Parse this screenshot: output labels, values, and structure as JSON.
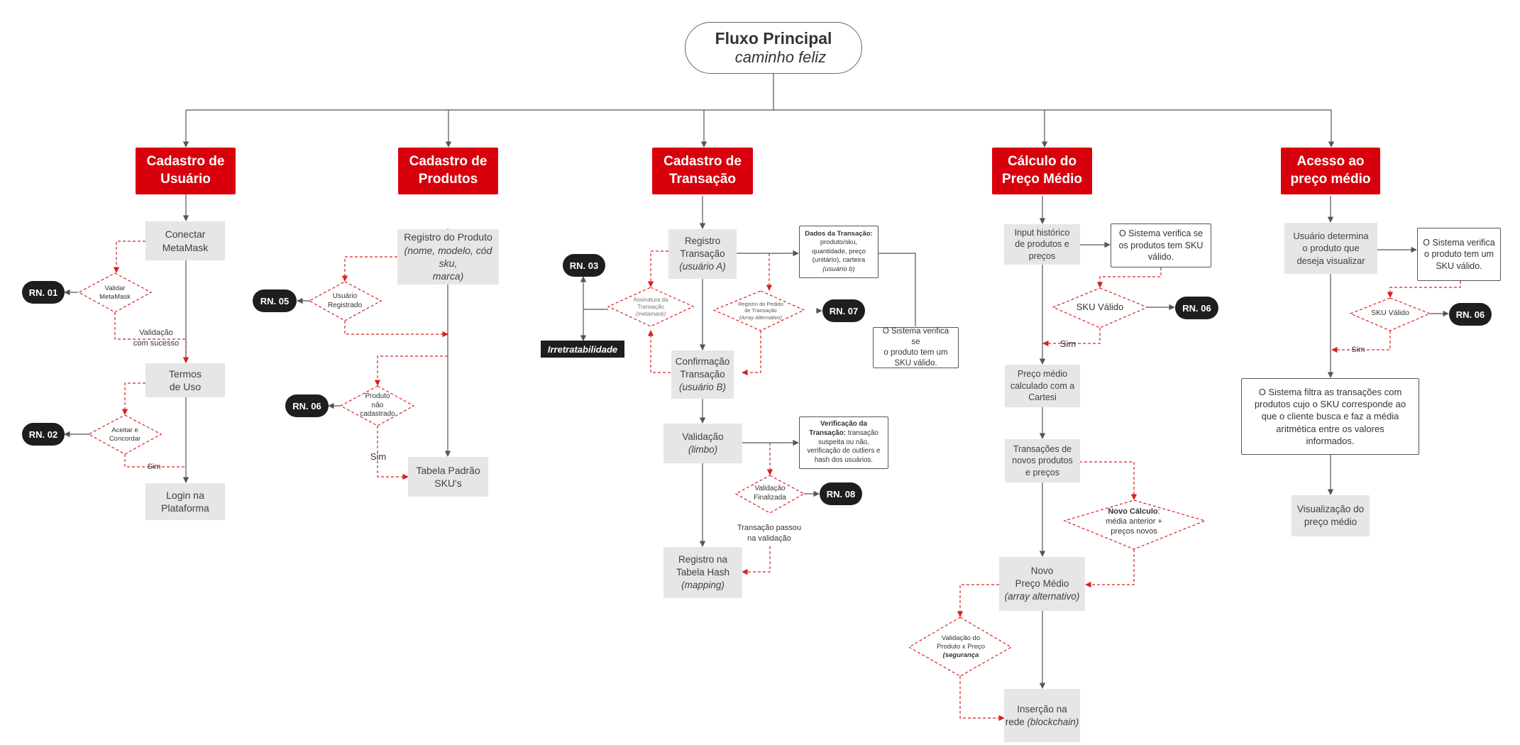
{
  "title": {
    "main": "Fluxo Principal",
    "sub": "caminho feliz"
  },
  "columns": {
    "c1": {
      "header_1": "Cadastro de",
      "header_2": "Usuário"
    },
    "c2": {
      "header_1": "Cadastro de",
      "header_2": "Produtos"
    },
    "c3": {
      "header_1": "Cadastro de",
      "header_2": "Transação"
    },
    "c4": {
      "header_1": "Cálculo do",
      "header_2": "Preço Médio"
    },
    "c5": {
      "header_1": "Acesso ao",
      "header_2": "preço médio"
    }
  },
  "usuario": {
    "conectar_1": "Conectar",
    "conectar_2": "MetaMask",
    "validar_1": "Validar",
    "validar_2": "MetaMask",
    "validacao_1": "Validação",
    "validacao_2": "com sucesso",
    "termos_1": "Termos",
    "termos_2": "de Uso",
    "aceitar_1": "Aceitar e",
    "aceitar_2": "Concordar",
    "sim": "Sim",
    "login_1": "Login na",
    "login_2": "Plataforma",
    "rn01": "RN. 01",
    "rn02": "RN. 02"
  },
  "produtos": {
    "registro_1": "Registro do Produto",
    "registro_2": "(nome, modelo, cód sku,",
    "registro_3": "marca)",
    "usuario_reg_1": "Usuário",
    "usuario_reg_2": "Registrado",
    "produto_nao_1": "Produto",
    "produto_nao_2": "não",
    "produto_nao_3": "cadastrado",
    "sim": "Sim",
    "tabela_1": "Tabela Padrão",
    "tabela_2": "SKU's",
    "rn05": "RN. 05",
    "rn06": "RN. 06"
  },
  "transacao": {
    "registro_1": "Registro",
    "registro_2": "Transação",
    "registro_3": "(usuário A)",
    "assinatura_1": "Assinatura da",
    "assinatura_2": "Transação",
    "assinatura_3": "(metamask)",
    "rn03": "RN. 03",
    "irretratabilidade": "Irretratabilidade",
    "dados_bold": "Dados da Transação:",
    "dados_2": "produto/sku,",
    "dados_3": "quantidade, preço",
    "dados_4": "(unitário), carteira",
    "dados_5": "(usuário b)",
    "pedido_1": "Registro do Pedido",
    "pedido_2": "de Transação",
    "pedido_3": "(Array Alternativo)",
    "rn07": "RN. 07",
    "verifica_1": "O Sistema verifica se",
    "verifica_2": "o produto tem um",
    "verifica_3": "SKU válido.",
    "confirmacao_1": "Confirmação",
    "confirmacao_2": "Transação",
    "confirmacao_3": "(usuário B)",
    "validacao_1": "Validação",
    "validacao_2": "(limbo)",
    "verif_bold_1": "Verificação da",
    "verif_bold_2": "Transação:",
    "verif_2": "transação",
    "verif_3": "suspeita ou não,",
    "verif_4": "verificação de outliers e",
    "verif_5": "hash dos usuários.",
    "val_final_1": "Validação",
    "val_final_2": "Finalizada",
    "rn08": "RN. 08",
    "passou_1": "Transação passou",
    "passou_2": "na validação",
    "hash_1": "Registro na",
    "hash_2": "Tabela Hash",
    "hash_3": "(mapping)"
  },
  "preco": {
    "input_1": "Input histórico",
    "input_2": "de produtos e",
    "input_3": "preços",
    "verifica_1": "O Sistema verifica se",
    "verifica_2": "os produtos tem SKU",
    "verifica_3": "válido.",
    "sku_valido": "SKU Válido",
    "rn06": "RN. 06",
    "sim": "Sim",
    "medio_1": "Preço médio",
    "medio_2": "calculado com a",
    "medio_3": "Cartesi",
    "novos_1": "Transações de",
    "novos_2": "novos produtos",
    "novos_3": "e preços",
    "calc_bold": "Novo Cálculo",
    "calc_colon": ":",
    "calc_2": "média anterior +",
    "calc_3": "preços novos",
    "novo_1": "Novo",
    "novo_2": "Preço Médio",
    "novo_3": "(array alternativo)",
    "valprod_1": "Validação do",
    "valprod_2": "Produto x Preço",
    "valprod_3": "(segurança",
    "insercao_1": "Inserção na",
    "insercao_2": "rede",
    "insercao_3": "(blockchain)"
  },
  "acesso": {
    "usuario_1": "Usuário determina",
    "usuario_2": "o produto que",
    "usuario_3": "deseja visualizar",
    "verifica_1": "O Sistema verifica",
    "verifica_2": "o produto tem um",
    "verifica_3": "SKU válido.",
    "sku_valido": "SKU Válido",
    "rn06": "RN. 06",
    "sim": "Sim",
    "filtra_1": "O Sistema filtra as transações com",
    "filtra_2": "produtos cujo o SKU corresponde ao",
    "filtra_3": "que o cliente busca e faz a média",
    "filtra_4": "aritmética entre os valores",
    "filtra_5": "informados.",
    "visualizacao_1": "Visualização do",
    "visualizacao_2": "preço médio"
  },
  "colors": {
    "accent_red": "#d9000d",
    "dark": "#1e1e1e",
    "grey_box": "#e6e6e6",
    "dashed_red": "#d92020"
  }
}
